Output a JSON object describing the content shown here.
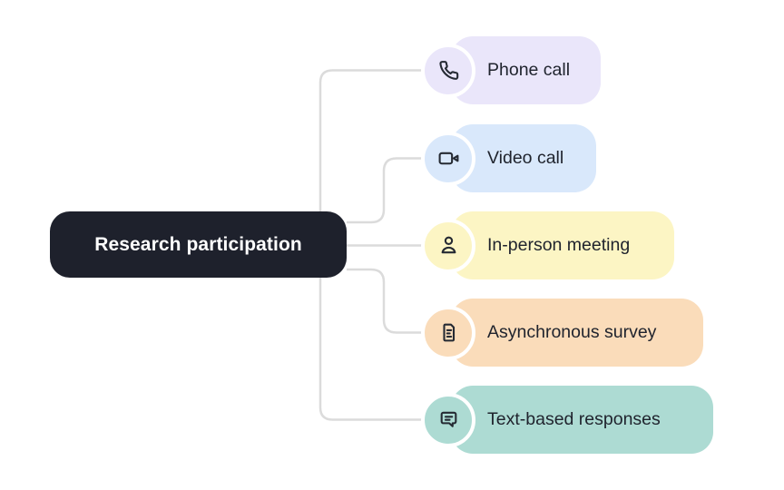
{
  "page": {
    "background": "#ffffff"
  },
  "root_node": {
    "label": "Research participation",
    "bg": "#1e212c",
    "text_color": "#ffffff"
  },
  "connectors": {
    "color": "#dbdbdb"
  },
  "icon_color": "#252a33",
  "branches": [
    {
      "label": "Phone call",
      "icon": "phone-icon",
      "color": "#eae6fa"
    },
    {
      "label": "Video call",
      "icon": "video-camera-icon",
      "color": "#d9e8fb"
    },
    {
      "label": "In-person meeting",
      "icon": "person-icon",
      "color": "#fcf5c4"
    },
    {
      "label": "Asynchronous survey",
      "icon": "document-icon",
      "color": "#fadcba"
    },
    {
      "label": "Text-based responses",
      "icon": "chat-bubble-icon",
      "color": "#addbd3"
    }
  ]
}
